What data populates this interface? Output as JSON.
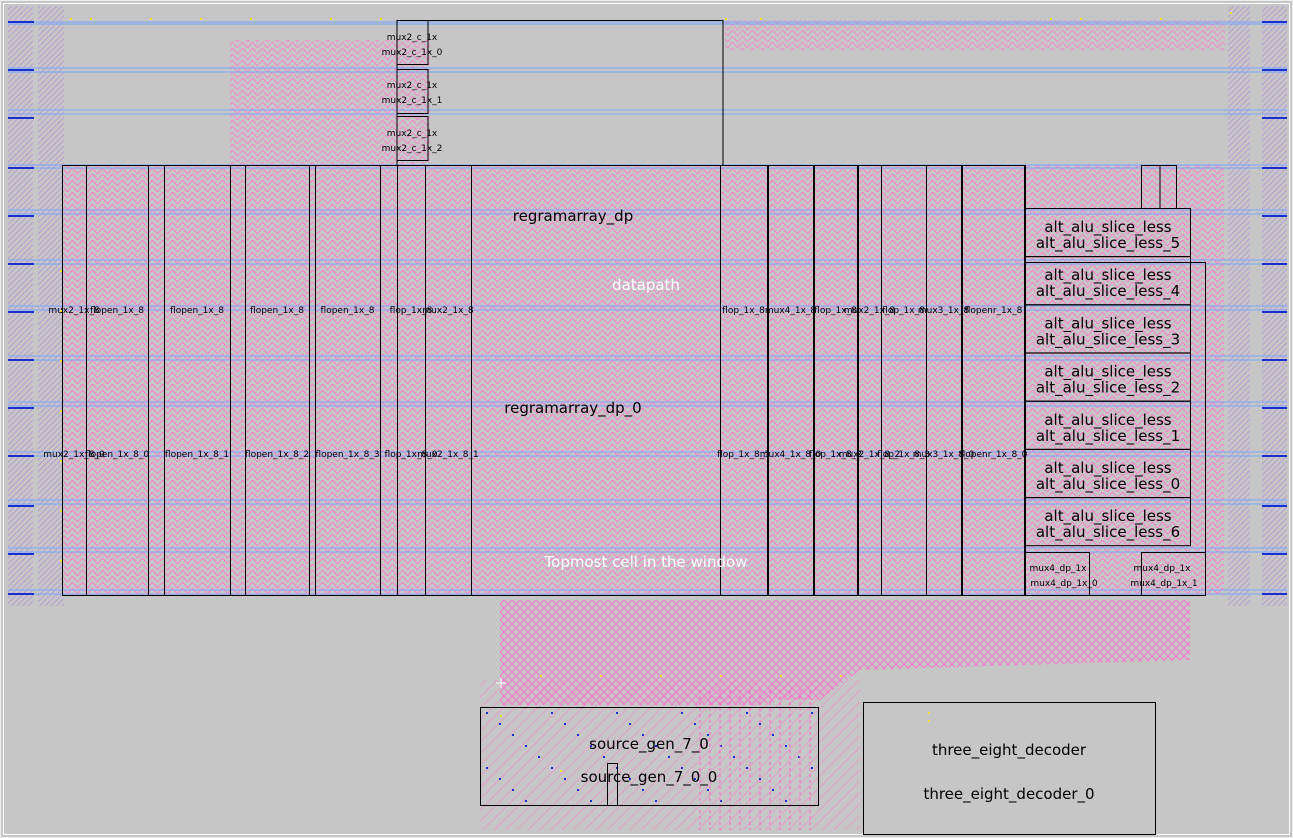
{
  "view": {
    "background": "#c6c6c6",
    "wire_blue": "#7aa6ff",
    "wire_darkblue": "#1a2fd0",
    "wire_pink": "#ff66cc",
    "wire_purple": "#b48cd8",
    "pin_yellow": "#f0e020",
    "outline": "#000000"
  },
  "labels": {
    "regramarray_dp": "regramarray_dp",
    "datapath": "datapath",
    "regramarray_dp_0": "regramarray_dp_0",
    "topmost": "Topmost cell in the window",
    "source_gen_7_0": "source_gen_7_0",
    "source_gen_7_0_0": "source_gen_7_0_0",
    "three_eight_decoder": "three_eight_decoder",
    "three_eight_decoder_0": "three_eight_decoder_0"
  },
  "mux_top": [
    {
      "type": "mux2_c_1x",
      "inst": "mux2_c_1x_0"
    },
    {
      "type": "mux2_c_1x",
      "inst": "mux2_c_1x_1"
    },
    {
      "type": "mux2_c_1x",
      "inst": "mux2_c_1x_2"
    }
  ],
  "row_types": [
    "mux2_1x_8",
    "flopen_1x_8",
    "flopen_1x_8",
    "flopen_1x_8",
    "flopen_1x_8",
    "flop_1x_8",
    "mux2_1x_8",
    "flop_1x_8",
    "mux4_1x_8",
    "flop_1x_8",
    "mux2_1x_8",
    "flop_1x_8",
    "mux3_1x_8",
    "flopenr_1x_8"
  ],
  "row_insts": [
    "mux2_1x_8_0",
    "flopen_1x_8_0",
    "flopen_1x_8_1",
    "flopen_1x_8_2",
    "flopen_1x_8_3",
    "flop_1x_8_0",
    "mux2_1x_8_1",
    "flop_1x_8_1",
    "mux4_1x_8_0",
    "flop_1x_8_2",
    "mux2_1x_8_2",
    "flop_1x_8_3",
    "mux3_1x_8_0",
    "flopenr_1x_8_0"
  ],
  "alu_slices": [
    {
      "type": "alt_alu_slice_less",
      "inst": "alt_alu_slice_less_5"
    },
    {
      "type": "alt_alu_slice_less",
      "inst": "alt_alu_slice_less_4"
    },
    {
      "type": "alt_alu_slice_less",
      "inst": "alt_alu_slice_less_3"
    },
    {
      "type": "alt_alu_slice_less",
      "inst": "alt_alu_slice_less_2"
    },
    {
      "type": "alt_alu_slice_less",
      "inst": "alt_alu_slice_less_1"
    },
    {
      "type": "alt_alu_slice_less",
      "inst": "alt_alu_slice_less_0"
    },
    {
      "type": "alt_alu_slice_less",
      "inst": "alt_alu_slice_less_6"
    }
  ],
  "mux4_dp": [
    {
      "type": "mux4_dp_1x",
      "inst": "mux4_dp_1x_0"
    },
    {
      "type": "mux4_dp_1x",
      "inst": "mux4_dp_1x_1"
    }
  ]
}
